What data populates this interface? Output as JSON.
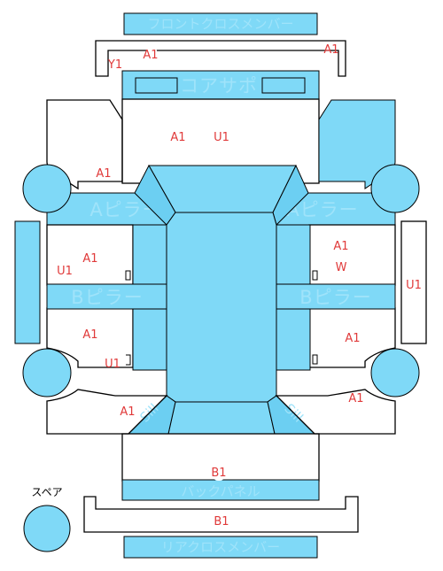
{
  "parts": {
    "front_cross_member": "フロントクロスメンバー",
    "core_support": "コアサポ",
    "a_pillar_left": "Aピラー",
    "a_pillar_right": "Aピラー",
    "b_pillar_left": "Bピラー",
    "b_pillar_right": "Bピラー",
    "back_panel": "バックパネル",
    "rear_cross_member": "リアクロスメンバー",
    "spare": "スペア",
    "sill_left": "Sill",
    "sill_right": "Sill"
  },
  "codes": {
    "front_member_left": "A1",
    "front_member_y": "Y1",
    "front_member_right": "A1",
    "hood_a": "A1",
    "hood_u": "U1",
    "front_fender_left": "A1",
    "left_front_door_a": "A1",
    "left_front_door_u": "U1",
    "right_front_door_a": "A1",
    "right_front_door_w": "W",
    "right_side_u": "U1",
    "left_rear_door_a": "A1",
    "left_rear_door_u": "U1",
    "right_rear_door_a": "A1",
    "left_rear_fender_a": "A1",
    "right_rear_fender_a": "A1",
    "back_panel_b": "B1",
    "rear_bumper_b": "B1"
  }
}
